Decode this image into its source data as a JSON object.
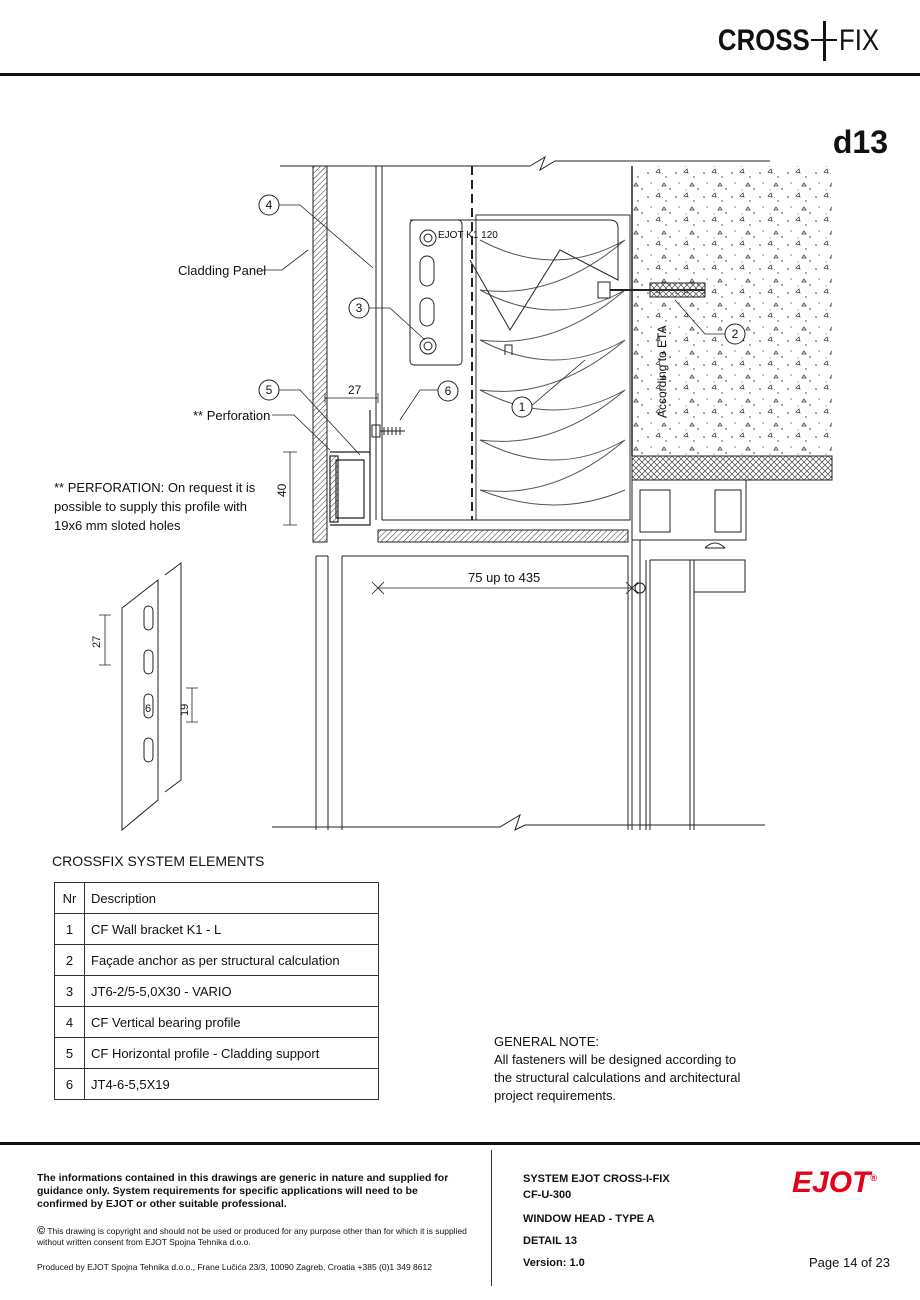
{
  "header": {
    "brand_left": "CROSS",
    "brand_right": "FIX",
    "detail_code": "d13"
  },
  "drawing": {
    "labels": {
      "cladding_panel": "Cladding Panel",
      "perforation": "** Perforation",
      "perforation_note_1": "** PERFORATION: On request it is",
      "perforation_note_2": "possible to supply this profile with",
      "perforation_note_3": "19x6  mm sloted holes",
      "bracket_text": "EJOT K1 120",
      "according_to_eta": "According to ETA",
      "dim_27": "27",
      "dim_40": "40",
      "dim_span": "75 up to 435",
      "dim_slot_27": "27",
      "dim_slot_6": "6",
      "dim_slot_19": "19"
    },
    "callouts": [
      "1",
      "2",
      "3",
      "4",
      "5",
      "6"
    ]
  },
  "elements": {
    "title": "CROSSFIX SYSTEM ELEMENTS",
    "header_nr": "Nr",
    "header_desc": "Description",
    "rows": [
      {
        "nr": "1",
        "desc": "CF Wall bracket K1 - L"
      },
      {
        "nr": "2",
        "desc": "Façade anchor as per structural calculation"
      },
      {
        "nr": "3",
        "desc": "JT6-2/5-5,0X30 - VARIO"
      },
      {
        "nr": "4",
        "desc": "CF Vertical bearing profile"
      },
      {
        "nr": "5",
        "desc": "CF Horizontal profile - Cladding support"
      },
      {
        "nr": "6",
        "desc": "JT4-6-5,5X19"
      }
    ]
  },
  "general_note": {
    "title": "GENERAL NOTE:",
    "line1": "All fasteners will be designed according to",
    "line2": "the structural calculations and architectural",
    "line3": "project requirements."
  },
  "footer": {
    "disclaimer": "The informations contained in this drawings are generic in nature and supplied for guidance only. System requirements for specific applications will need to be confirmed by EJOT or other suitable professional.",
    "copyright_symbol": "©",
    "copyright": "This drawing is copyright and should not be used or produced for any purpose other than for which it is supplied without written consent from EJOT Spojna Tehnika d.o.o.",
    "producer": "Produced by EJOT Spojna Tehnika d.o.o., Frane Lučića 23/3, 10090 Zagreb, Croatia +385 (0)1 349 8612",
    "system": "SYSTEM EJOT CROSS-I-FIX",
    "code": "CF-U-300",
    "window": "WINDOW HEAD - TYPE A",
    "detail": "DETAIL 13",
    "version": "Version: 1.0",
    "logo": "EJOT",
    "logo_mark": "®",
    "page": "Page 14 of 23"
  },
  "colors": {
    "logo_red": "#e2001a",
    "line": "#111111"
  }
}
